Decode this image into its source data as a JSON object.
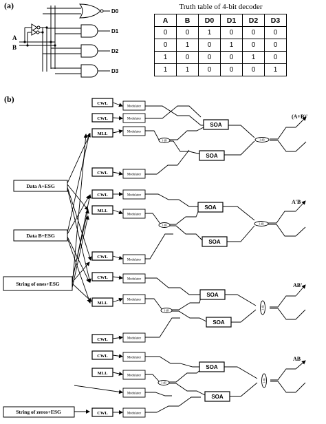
{
  "panel_a": {
    "label": "(a)",
    "inputs": [
      "A",
      "B"
    ],
    "outputs": [
      "D0",
      "D1",
      "D2",
      "D3"
    ],
    "truth_table": {
      "title": "Truth table of 4-bit decoder",
      "headers": [
        "A",
        "B",
        "D0",
        "D1",
        "D2",
        "D3"
      ],
      "rows": [
        [
          "0",
          "0",
          "1",
          "0",
          "0",
          "0"
        ],
        [
          "0",
          "1",
          "0",
          "1",
          "0",
          "0"
        ],
        [
          "1",
          "0",
          "0",
          "0",
          "1",
          "0"
        ],
        [
          "1",
          "1",
          "0",
          "0",
          "0",
          "1"
        ]
      ]
    }
  },
  "panel_b": {
    "label": "(b)",
    "sources": [
      "Data A+ESG",
      "Data B+ESG",
      "String of ones+ESG",
      "String of zeros+ESG"
    ],
    "lasers": [
      "CWL",
      "MLL"
    ],
    "modulator_label": "Modulator",
    "soa_label": "SOA",
    "coupler_label": "3 dB",
    "outputs": [
      "(A+B)'",
      "A'B",
      "AB'",
      "AB"
    ]
  }
}
